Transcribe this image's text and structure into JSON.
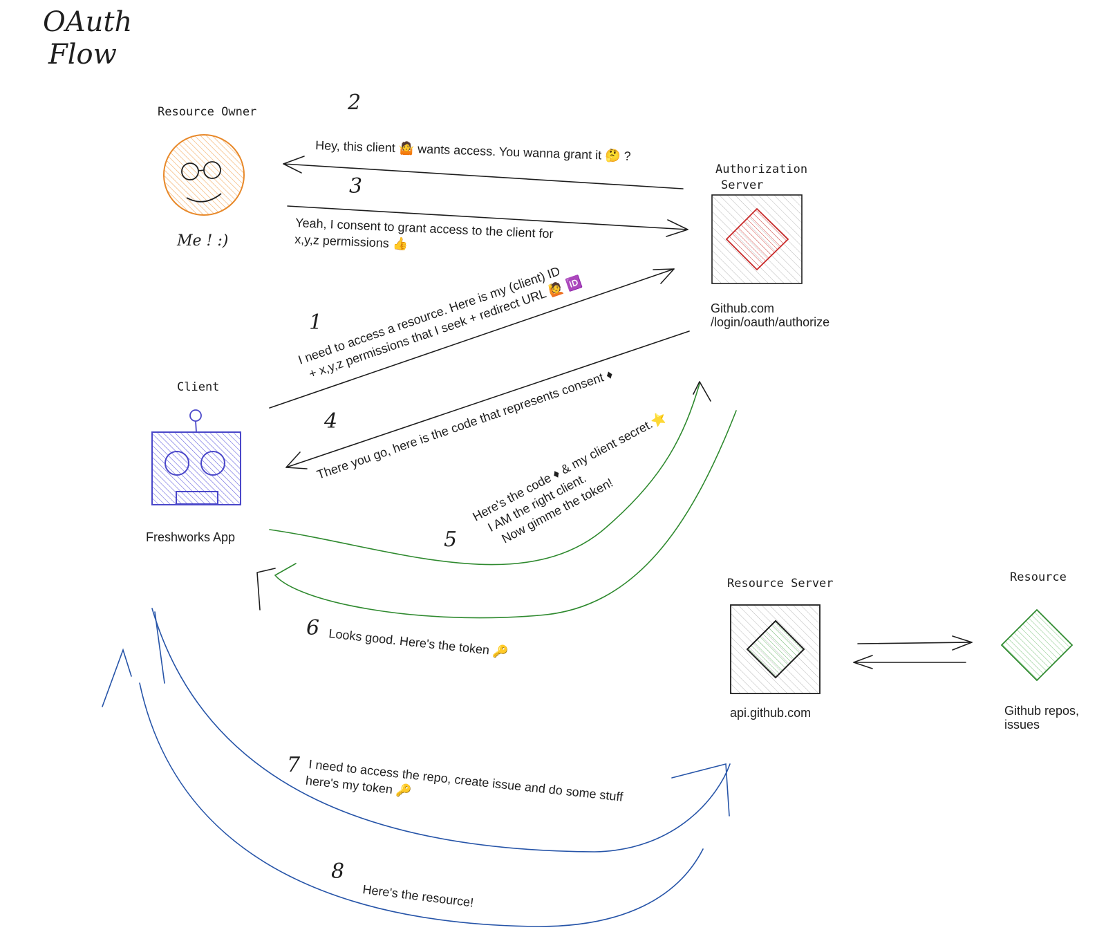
{
  "title": {
    "line1": "OAuth",
    "line2": "Flow"
  },
  "actors": {
    "resource_owner": {
      "label": "Resource Owner",
      "caption": "Me ! :)",
      "color": "#e8892a"
    },
    "client": {
      "label": "Client",
      "caption": "Freshworks App",
      "color": "#4a47c9"
    },
    "authorization_server": {
      "label_line1": "Authorization",
      "label_line2": "Server",
      "caption_line1": "Github.com",
      "caption_line2": "/login/oauth/authorize",
      "diamond_color": "#c92a2a"
    },
    "resource_server": {
      "label": "Resource Server",
      "caption": "api.github.com",
      "diamond_color": "#2f8a2f"
    },
    "resource": {
      "label": "Resource",
      "caption_line1": "Github repos,",
      "caption_line2": "issues",
      "diamond_color": "#2f8a2f"
    }
  },
  "steps": {
    "s1": {
      "num": "1",
      "line1": "I need to access a resource. Here is my (client) ID",
      "line2": "+ x,y,z permissions that I seek + redirect URL 🙋 🆔"
    },
    "s2": {
      "num": "2",
      "line1": "Hey, this client 🤷 wants access. You wanna grant it 🤔 ?"
    },
    "s3": {
      "num": "3",
      "line1": "Yeah, I consent to grant access to the client for",
      "line2": "x,y,z permissions 👍"
    },
    "s4": {
      "num": "4",
      "line1": "There you go, here is the code that represents consent ♦"
    },
    "s5": {
      "num": "5",
      "line1": "Here's the code ♦ & my client secret.⭐",
      "line2": "I AM the right client.",
      "line3": "Now gimme the token!"
    },
    "s6": {
      "num": "6",
      "line1": "Looks good. Here's the token 🔑"
    },
    "s7": {
      "num": "7",
      "line1": "I need to access the repo, create issue and do some stuff",
      "line2": "here's my token 🔑"
    },
    "s8": {
      "num": "8",
      "line1": "Here's the resource!"
    }
  },
  "colors": {
    "ink": "#1e1e1e",
    "green_arrow": "#2f8a2f",
    "blue_arrow": "#2654a8",
    "box_gray": "#bfbfbf"
  }
}
